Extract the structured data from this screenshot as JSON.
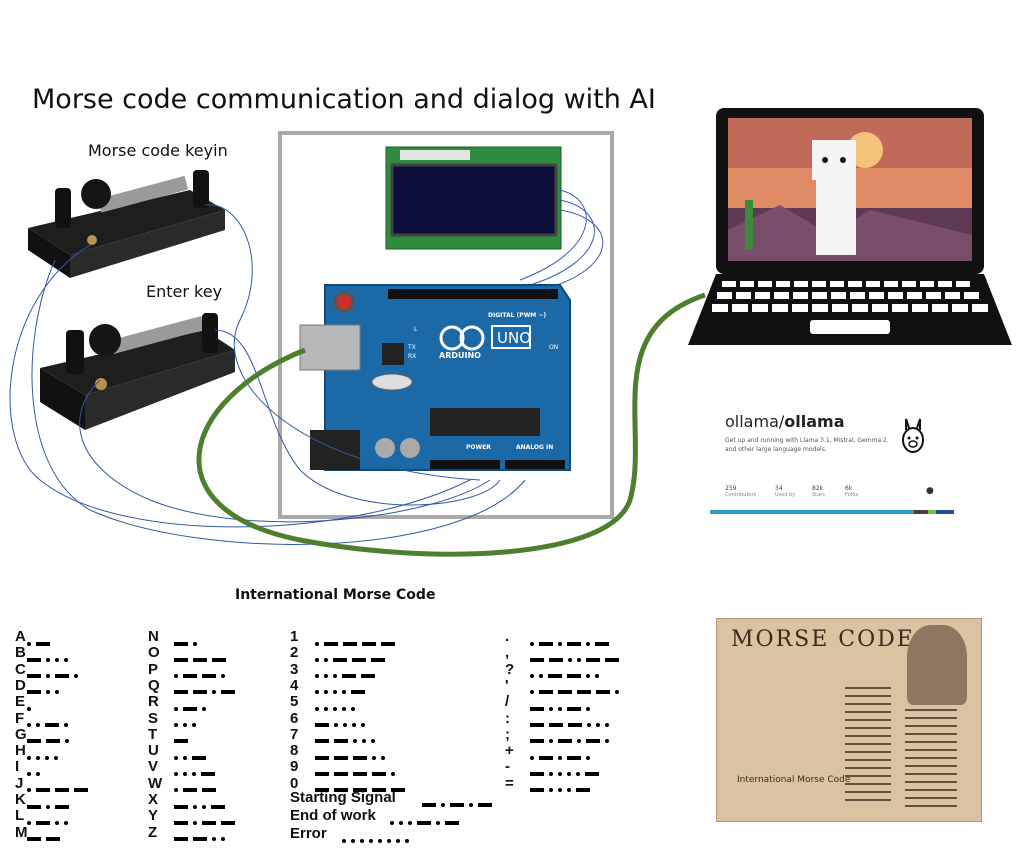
{
  "title": "Morse code communication and dialog with AI",
  "labels": {
    "keyin": "Morse code keyin",
    "enter": "Enter key"
  },
  "arduino": {
    "board_name": "UNO",
    "brand": "ARDUINO",
    "digital": "DIGITAL (PWM ~)",
    "power": "POWER",
    "analog": "ANALOG IN",
    "on": "ON",
    "tx": "TX",
    "rx": "RX",
    "l": "L"
  },
  "github": {
    "owner": "ollama/",
    "repo": "ollama",
    "description": "Get up and running with Llama 3.1, Mistral, Gemma 2, and other large language models.",
    "stats": [
      {
        "value": "259",
        "label": "Contributors"
      },
      {
        "value": "34",
        "label": "Used by"
      },
      {
        "value": "82k",
        "label": "Stars"
      },
      {
        "value": "6k",
        "label": "Forks"
      }
    ]
  },
  "poster": {
    "title": "Morse Code",
    "subtitle": "International Morse Code"
  },
  "morse": {
    "title": "International Morse Code",
    "col1": [
      {
        "c": "A",
        "code": ".-"
      },
      {
        "c": "B",
        "code": "-..."
      },
      {
        "c": "C",
        "code": "-.-."
      },
      {
        "c": "D",
        "code": "-.."
      },
      {
        "c": "E",
        "code": "."
      },
      {
        "c": "F",
        "code": "..-."
      },
      {
        "c": "G",
        "code": "--."
      },
      {
        "c": "H",
        "code": "...."
      },
      {
        "c": "I",
        "code": ".."
      },
      {
        "c": "J",
        "code": ".---"
      },
      {
        "c": "K",
        "code": "-.-"
      },
      {
        "c": "L",
        "code": ".-.."
      },
      {
        "c": "M",
        "code": "--"
      }
    ],
    "col2": [
      {
        "c": "N",
        "code": "-."
      },
      {
        "c": "O",
        "code": "---"
      },
      {
        "c": "P",
        "code": ".--."
      },
      {
        "c": "Q",
        "code": "--.-"
      },
      {
        "c": "R",
        "code": ".-."
      },
      {
        "c": "S",
        "code": "..."
      },
      {
        "c": "T",
        "code": "-"
      },
      {
        "c": "U",
        "code": "..-"
      },
      {
        "c": "V",
        "code": "...-"
      },
      {
        "c": "W",
        "code": ".--"
      },
      {
        "c": "X",
        "code": "-..-"
      },
      {
        "c": "Y",
        "code": "-.--"
      },
      {
        "c": "Z",
        "code": "--.."
      }
    ],
    "col3": [
      {
        "c": "1",
        "code": ".----"
      },
      {
        "c": "2",
        "code": "..---"
      },
      {
        "c": "3",
        "code": "...--"
      },
      {
        "c": "4",
        "code": "....-"
      },
      {
        "c": "5",
        "code": "....."
      },
      {
        "c": "6",
        "code": "-...."
      },
      {
        "c": "7",
        "code": "--..."
      },
      {
        "c": "8",
        "code": "---.."
      },
      {
        "c": "9",
        "code": "----."
      },
      {
        "c": "0",
        "code": "-----"
      }
    ],
    "col4": [
      {
        "c": ".",
        "code": ".-.-.-"
      },
      {
        "c": ",",
        "code": "--..--"
      },
      {
        "c": "?",
        "code": "..--.."
      },
      {
        "c": "'",
        "code": ".----."
      },
      {
        "c": "/",
        "code": "-..-."
      },
      {
        "c": ":",
        "code": "---..."
      },
      {
        "c": ";",
        "code": "-.-.-."
      },
      {
        "c": "+",
        "code": ".-.-."
      },
      {
        "c": "-",
        "code": "-....-"
      },
      {
        "c": "=",
        "code": "-...-"
      }
    ],
    "special": [
      {
        "c": "Starting Signal",
        "code": "-.-.-"
      },
      {
        "c": "End of work",
        "code": "...-.-"
      },
      {
        "c": "Error",
        "code": "........"
      }
    ]
  }
}
